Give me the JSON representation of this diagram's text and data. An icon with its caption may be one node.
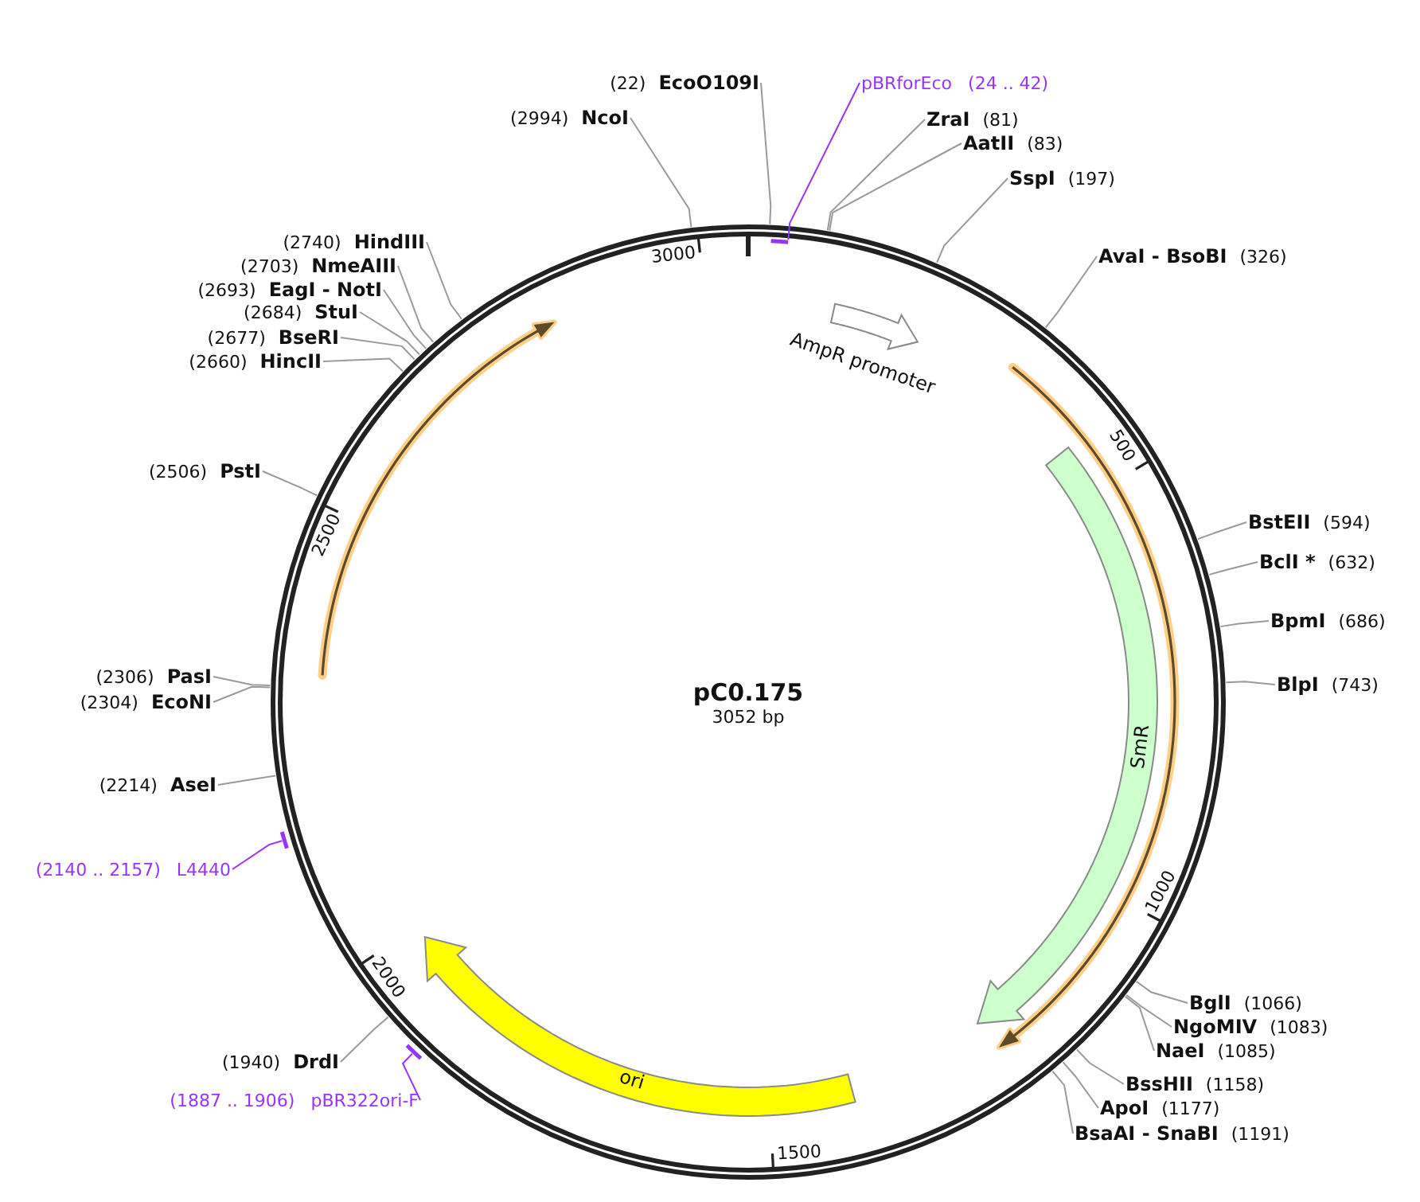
{
  "diagram": {
    "nodes": [
      {
        "text": [
          "pC0.175",
          "3052 bp"
        ]
      },
      {
        "text": [
          "(22)",
          "EcoO109I"
        ]
      },
      {
        "text": [
          "pBRforEco",
          "(24 .. 42)"
        ]
      },
      {
        "text": [],
        "shape": "bar",
        "in": 0
      },
      {
        "text": [
          "(2994)",
          "NcoI"
        ]
      },
      {
        "text": [
          "ZraI",
          "(81)"
        ]
      },
      {
        "text": [
          "AatII",
          "(83)"
        ]
      },
      {
        "text": [
          "SspI",
          "(197)"
        ]
      },
      {
        "text": [
          "(2740)",
          "HindIII"
        ]
      },
      {
        "text": [
          "AvaI - BsoBI",
          "(326)"
        ]
      },
      {
        "text": [
          "(2703)",
          "NmeAIII"
        ]
      },
      {
        "text": [
          "(2693)",
          "EagI - NotI"
        ]
      },
      {
        "text": [
          "(2684)",
          "StuI"
        ]
      },
      {
        "text": [
          "AmpR promoter"
        ],
        "in": 0
      },
      {
        "text": [
          "(2677)",
          "BseRI"
        ]
      },
      {
        "text": [
          "(2660)",
          "HincII"
        ]
      },
      {
        "text": [
          "(2506)",
          "PstI"
        ]
      },
      {
        "text": [
          "BstEII",
          "(594)"
        ]
      },
      {
        "text": [
          "BclI *",
          "(632)"
        ]
      },
      {
        "text": [
          "BpmI",
          "(686)"
        ]
      },
      {
        "text": [
          "(2306)",
          "PasI"
        ]
      },
      {
        "text": [
          "BlpI",
          "(743)"
        ]
      },
      {
        "text": [
          "(2304)",
          "EcoNI"
        ]
      },
      {
        "text": [
          "SmR"
        ],
        "in": 0
      },
      {
        "text": [
          "(2214)",
          "AseI"
        ]
      },
      {
        "text": [
          "(2140 .. 2157)",
          "L4440"
        ]
      },
      {
        "text": [],
        "shape": "bar"
      },
      {
        "text": [
          "BglI",
          "(1066)"
        ]
      },
      {
        "text": [
          "NgoMIV",
          "(1083)"
        ]
      },
      {
        "text": [
          "NaeI",
          "(1085)"
        ]
      },
      {
        "text": [
          "(1940)",
          "DrdI"
        ]
      },
      {
        "text": [
          "ori"
        ],
        "in": 0
      },
      {
        "text": [
          "BssHII",
          "(1158)"
        ]
      },
      {
        "text": [
          "(1887 .. 1906)",
          "pBR322ori-F"
        ]
      },
      {
        "text": [],
        "shape": "bar"
      },
      {
        "text": [
          "ApoI",
          "(1177)"
        ]
      },
      {
        "text": [
          "BsaAI - SnaBI",
          "(1191)"
        ]
      }
    ],
    "edges": [
      {
        "from": 1,
        "to": 0,
        "arrow": "none"
      },
      {
        "from": 2,
        "to": 3,
        "arrow": "none",
        "color": "#9933ff"
      },
      {
        "from": 4,
        "to": 0,
        "arrow": "none"
      },
      {
        "from": 5,
        "to": 0,
        "arrow": "none"
      },
      {
        "from": 6,
        "to": 0,
        "arrow": "none"
      },
      {
        "from": 7,
        "to": 0,
        "arrow": "none"
      },
      {
        "from": 8,
        "to": 0,
        "arrow": "none"
      },
      {
        "from": 9,
        "to": 0,
        "arrow": "none"
      },
      {
        "from": 10,
        "to": 0,
        "arrow": "none"
      },
      {
        "from": 11,
        "to": 0,
        "arrow": "none"
      },
      {
        "from": 12,
        "to": 0,
        "arrow": "none"
      },
      {
        "from": 14,
        "to": 0,
        "arrow": "none"
      },
      {
        "from": 15,
        "to": 0,
        "arrow": "none"
      },
      {
        "from": 16,
        "to": 0,
        "arrow": "none"
      },
      {
        "from": 17,
        "to": 0,
        "arrow": "none"
      },
      {
        "from": 18,
        "to": 0,
        "arrow": "none"
      },
      {
        "from": 19,
        "to": 0,
        "arrow": "none"
      },
      {
        "from": 20,
        "to": 0,
        "arrow": "none"
      },
      {
        "from": 21,
        "to": 0,
        "arrow": "none"
      },
      {
        "from": 22,
        "to": 0,
        "arrow": "none"
      },
      {
        "from": 24,
        "to": 0,
        "arrow": "none"
      },
      {
        "from": 25,
        "to": 26,
        "arrow": "none",
        "color": "#9933ff"
      },
      {
        "from": 27,
        "to": 0,
        "arrow": "none"
      },
      {
        "from": 28,
        "to": 0,
        "arrow": "none"
      },
      {
        "from": 29,
        "to": 0,
        "arrow": "none"
      },
      {
        "from": 30,
        "to": 0,
        "arrow": "none"
      },
      {
        "from": 32,
        "to": 0,
        "arrow": "none"
      },
      {
        "from": 33,
        "to": 34,
        "arrow": "none",
        "color": "#9933ff"
      },
      {
        "from": 35,
        "to": 0,
        "arrow": "none"
      },
      {
        "from": 36,
        "to": 0,
        "arrow": "none"
      }
    ],
    "labels": [
      "3000",
      "500",
      "2500",
      "1000",
      "2000",
      "1500"
    ]
  }
}
